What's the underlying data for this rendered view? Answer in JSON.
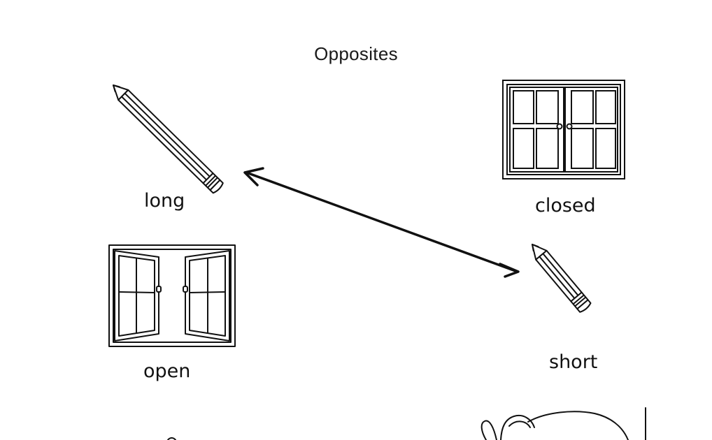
{
  "title": "Opposites",
  "words": {
    "long": "long",
    "closed": "closed",
    "open": "open",
    "short": "short"
  },
  "colors": {
    "ink": "#111111",
    "background": "#ffffff"
  },
  "icons": [
    "long-pencil-icon",
    "closed-window-icon",
    "open-window-icon",
    "short-pencil-icon",
    "elephant-icon",
    "double-arrow"
  ]
}
